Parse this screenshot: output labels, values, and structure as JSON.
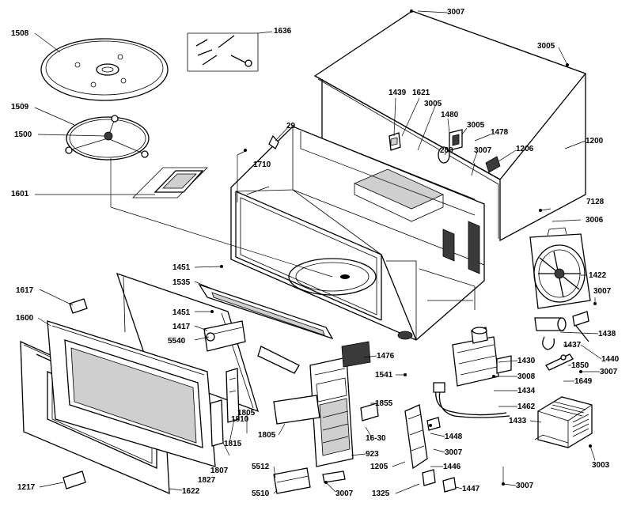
{
  "labels": [
    {
      "id": "3007-top",
      "text": "3007"
    },
    {
      "id": "1508",
      "text": "1508"
    },
    {
      "id": "1636",
      "text": "1636"
    },
    {
      "id": "3005-right",
      "text": "3005"
    },
    {
      "id": "1509",
      "text": "1509"
    },
    {
      "id": "1500",
      "text": "1500"
    },
    {
      "id": "1439",
      "text": "1439"
    },
    {
      "id": "1621",
      "text": "1621"
    },
    {
      "id": "3005-mid",
      "text": "3005"
    },
    {
      "id": "1480",
      "text": "1480"
    },
    {
      "id": "3005-b",
      "text": "3005"
    },
    {
      "id": "1478",
      "text": "1478"
    },
    {
      "id": "1200",
      "text": "1200"
    },
    {
      "id": "29",
      "text": "29"
    },
    {
      "id": "280",
      "text": "280"
    },
    {
      "id": "3007-b",
      "text": "3007"
    },
    {
      "id": "1206",
      "text": "1206"
    },
    {
      "id": "1710",
      "text": "1710"
    },
    {
      "id": "1601",
      "text": "1601"
    },
    {
      "id": "7128",
      "text": "7128"
    },
    {
      "id": "3006",
      "text": "3006"
    },
    {
      "id": "1451-a",
      "text": "1451"
    },
    {
      "id": "1422",
      "text": "1422"
    },
    {
      "id": "1535",
      "text": "1535"
    },
    {
      "id": "1617",
      "text": "1617"
    },
    {
      "id": "3007-c",
      "text": "3007"
    },
    {
      "id": "1451-b",
      "text": "1451"
    },
    {
      "id": "1600",
      "text": "1600"
    },
    {
      "id": "1417",
      "text": "1417"
    },
    {
      "id": "1438",
      "text": "1438"
    },
    {
      "id": "5540",
      "text": "5540"
    },
    {
      "id": "1437",
      "text": "1437"
    },
    {
      "id": "1440",
      "text": "1440"
    },
    {
      "id": "1476",
      "text": "1476"
    },
    {
      "id": "1430",
      "text": "1430"
    },
    {
      "id": "1850",
      "text": "1850"
    },
    {
      "id": "3007-d",
      "text": "3007"
    },
    {
      "id": "3008",
      "text": "3008"
    },
    {
      "id": "1541",
      "text": "1541"
    },
    {
      "id": "1649",
      "text": "1649"
    },
    {
      "id": "1434",
      "text": "1434"
    },
    {
      "id": "1855",
      "text": "1855"
    },
    {
      "id": "1462",
      "text": "1462"
    },
    {
      "id": "1810",
      "text": "1810"
    },
    {
      "id": "1805-a",
      "text": "1805"
    },
    {
      "id": "1433",
      "text": "1433"
    },
    {
      "id": "1805-b",
      "text": "1805"
    },
    {
      "id": "1630",
      "text": "16-30"
    },
    {
      "id": "1448",
      "text": "1448"
    },
    {
      "id": "1815",
      "text": "1815"
    },
    {
      "id": "923",
      "text": "923"
    },
    {
      "id": "3007-e",
      "text": "3007"
    },
    {
      "id": "1807",
      "text": "1807"
    },
    {
      "id": "1446",
      "text": "1446"
    },
    {
      "id": "3003",
      "text": "3003"
    },
    {
      "id": "1205",
      "text": "1205"
    },
    {
      "id": "5512",
      "text": "5512"
    },
    {
      "id": "1827",
      "text": "1827"
    },
    {
      "id": "1217",
      "text": "1217"
    },
    {
      "id": "3007-f",
      "text": "3007"
    },
    {
      "id": "1622",
      "text": "1622"
    },
    {
      "id": "1447",
      "text": "1447"
    },
    {
      "id": "5510",
      "text": "5510"
    },
    {
      "id": "3007-g",
      "text": "3007"
    },
    {
      "id": "1325",
      "text": "1325"
    }
  ]
}
